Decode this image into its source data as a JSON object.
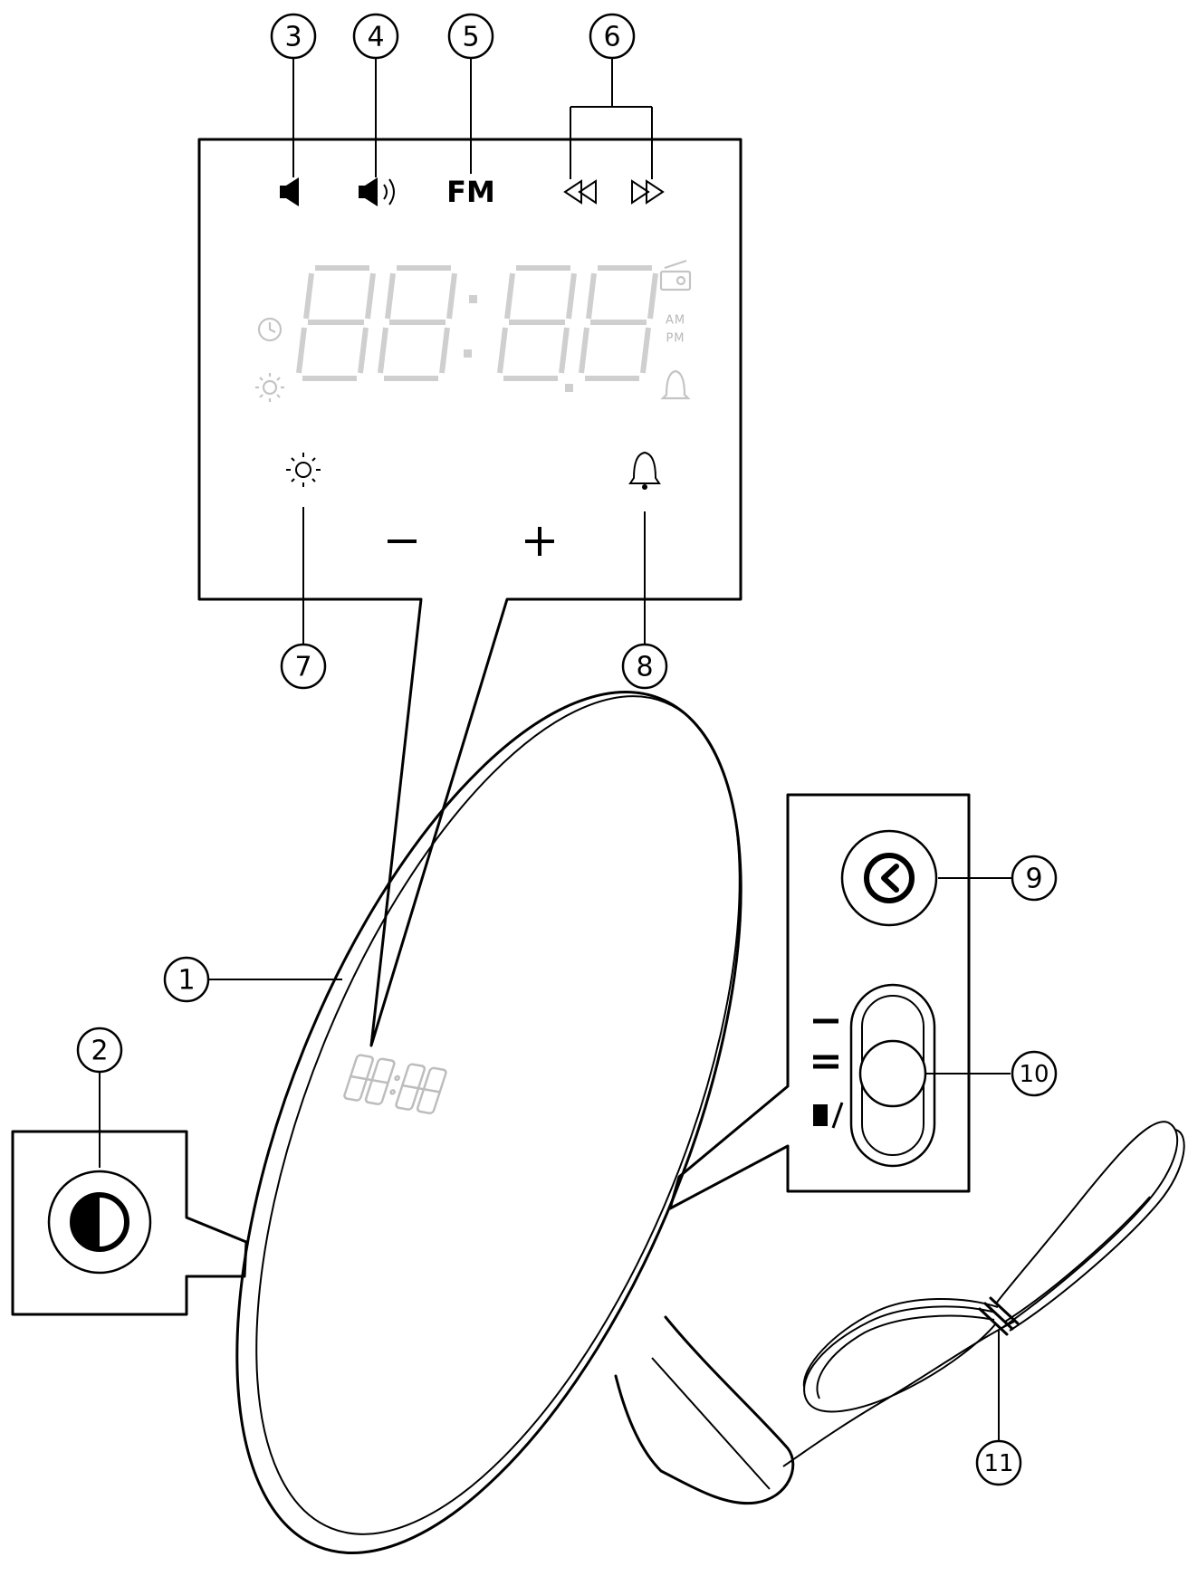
{
  "display": {
    "fm_label": "FM",
    "am_label": "AM",
    "pm_label": "PM"
  },
  "callouts": [
    {
      "id": "1",
      "label": "1"
    },
    {
      "id": "2",
      "label": "2"
    },
    {
      "id": "3",
      "label": "3"
    },
    {
      "id": "4",
      "label": "4"
    },
    {
      "id": "5",
      "label": "5"
    },
    {
      "id": "6",
      "label": "6"
    },
    {
      "id": "7",
      "label": "7"
    },
    {
      "id": "8",
      "label": "8"
    },
    {
      "id": "9",
      "label": "9"
    },
    {
      "id": "10",
      "label": "10"
    },
    {
      "id": "11",
      "label": "11"
    }
  ],
  "icons": {
    "volume_down": "speaker-low-icon",
    "volume_up": "speaker-high-icon",
    "rewind": "rewind-icon",
    "forward": "fast-forward-icon",
    "radio": "radio-icon",
    "clock": "clock-icon",
    "brightness": "sun-icon",
    "alarm": "bell-icon",
    "contrast": "half-circle-icon",
    "minus": "minus-icon",
    "plus": "plus-icon"
  }
}
